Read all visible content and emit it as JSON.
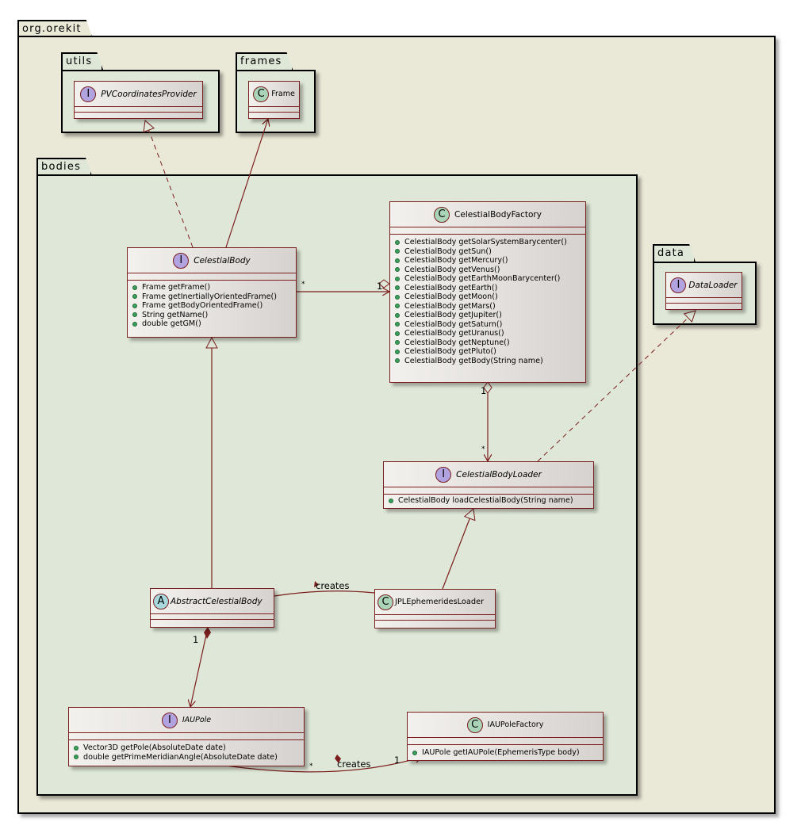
{
  "packages": {
    "root": "org.orekit",
    "utils": "utils",
    "frames": "frames",
    "bodies": "bodies",
    "data": "data"
  },
  "colors": {
    "outer_package_bg": "#eae8d6",
    "inner_package_bg": "#dfe8d8",
    "border": "#7b1e1e",
    "interface_badge": "#b1a3e0",
    "class_badge": "#a9d4b8",
    "abstract_badge": "#a7d8dd",
    "public_dot": "#3aa05a"
  },
  "classes": {
    "pvcoordinatesprovider": {
      "stereotype": "I",
      "name": "PVCoordinatesProvider",
      "methods": []
    },
    "frame": {
      "stereotype": "C",
      "name": "Frame",
      "methods": []
    },
    "dataloader": {
      "stereotype": "I",
      "name": "DataLoader",
      "methods": []
    },
    "celestialbody": {
      "stereotype": "I",
      "name": "CelestialBody",
      "methods": [
        "Frame getFrame()",
        "Frame getInertiallyOrientedFrame()",
        "Frame getBodyOrientedFrame()",
        "String getName()",
        "double getGM()"
      ]
    },
    "celestialbodyfactory": {
      "stereotype": "C",
      "name": "CelestialBodyFactory",
      "methods": [
        "CelestialBody getSolarSystemBarycenter()",
        "CelestialBody getSun()",
        "CelestialBody getMercury()",
        "CelestialBody getVenus()",
        "CelestialBody getEarthMoonBarycenter()",
        "CelestialBody getEarth()",
        "CelestialBody getMoon()",
        "CelestialBody getMars()",
        "CelestialBody getJupiter()",
        "CelestialBody getSaturn()",
        "CelestialBody getUranus()",
        "CelestialBody getNeptune()",
        "CelestialBody getPluto()",
        "CelestialBody getBody(String name)"
      ]
    },
    "celestialbodyloader": {
      "stereotype": "I",
      "name": "CelestialBodyLoader",
      "methods": [
        "CelestialBody loadCelestialBody(String name)"
      ]
    },
    "abstractcelestialbody": {
      "stereotype": "A",
      "name": "AbstractCelestialBody",
      "methods": []
    },
    "jplephemeridesloader": {
      "stereotype": "C",
      "name": "JPLEphemeridesLoader",
      "methods": []
    },
    "iaupole": {
      "stereotype": "I",
      "name": "IAUPole",
      "methods": [
        "Vector3D getPole(AbsoluteDate date)",
        "double getPrimeMeridianAngle(AbsoluteDate date)"
      ]
    },
    "iaupolefactory": {
      "stereotype": "C",
      "name": "IAUPoleFactory",
      "methods": [
        "IAUPole getIAUPole(EphemerisType body)"
      ]
    }
  },
  "relations": {
    "body_factory": {
      "from_mult": "*",
      "to_mult": "1"
    },
    "factory_loader": {
      "from_mult": "1",
      "to_mult": "*"
    },
    "jpl_creates": {
      "label": "creates"
    },
    "abstract_pole": {
      "from_mult": "1"
    },
    "pole_factory": {
      "from_mult": "*",
      "to_mult": "1",
      "label": "creates"
    }
  }
}
